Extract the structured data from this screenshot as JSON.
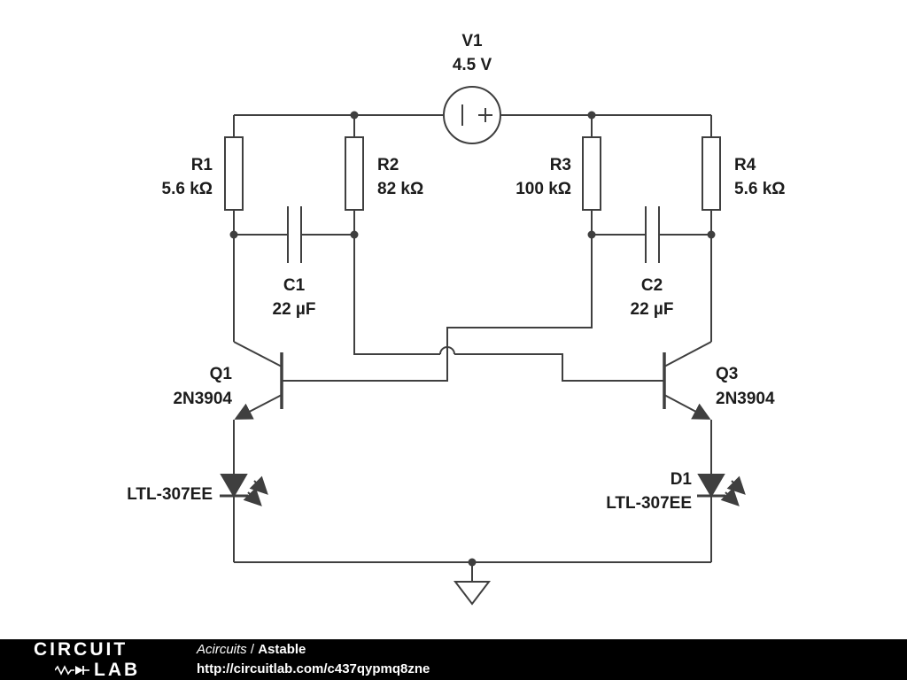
{
  "schematic": {
    "colors": {
      "wire": "#3f3f3f",
      "label": "#1c1c1c",
      "background": "#ffffff"
    },
    "components": {
      "v1": {
        "ref": "V1",
        "value": "4.5 V"
      },
      "r1": {
        "ref": "R1",
        "value": "5.6 kΩ"
      },
      "r2": {
        "ref": "R2",
        "value": "82 kΩ"
      },
      "r3": {
        "ref": "R3",
        "value": "100 kΩ"
      },
      "r4": {
        "ref": "R4",
        "value": "5.6 kΩ"
      },
      "c1": {
        "ref": "C1",
        "value": "22 µF"
      },
      "c2": {
        "ref": "C2",
        "value": "22 µF"
      },
      "q1": {
        "ref": "Q1",
        "value": "2N3904"
      },
      "q3": {
        "ref": "Q3",
        "value": "2N3904"
      },
      "led1": {
        "value": "LTL-307EE"
      },
      "d1": {
        "ref": "D1",
        "value": "LTL-307EE"
      }
    }
  },
  "footer": {
    "colors": {
      "background": "#000000",
      "text": "#ffffff"
    },
    "logo": {
      "line1": "CIRCUIT",
      "line2": "LAB"
    },
    "breadcrumb": {
      "user": "Acircuits",
      "separator": " / ",
      "title": "Astable"
    },
    "url": "http://circuitlab.com/c437qypmq8zne"
  }
}
